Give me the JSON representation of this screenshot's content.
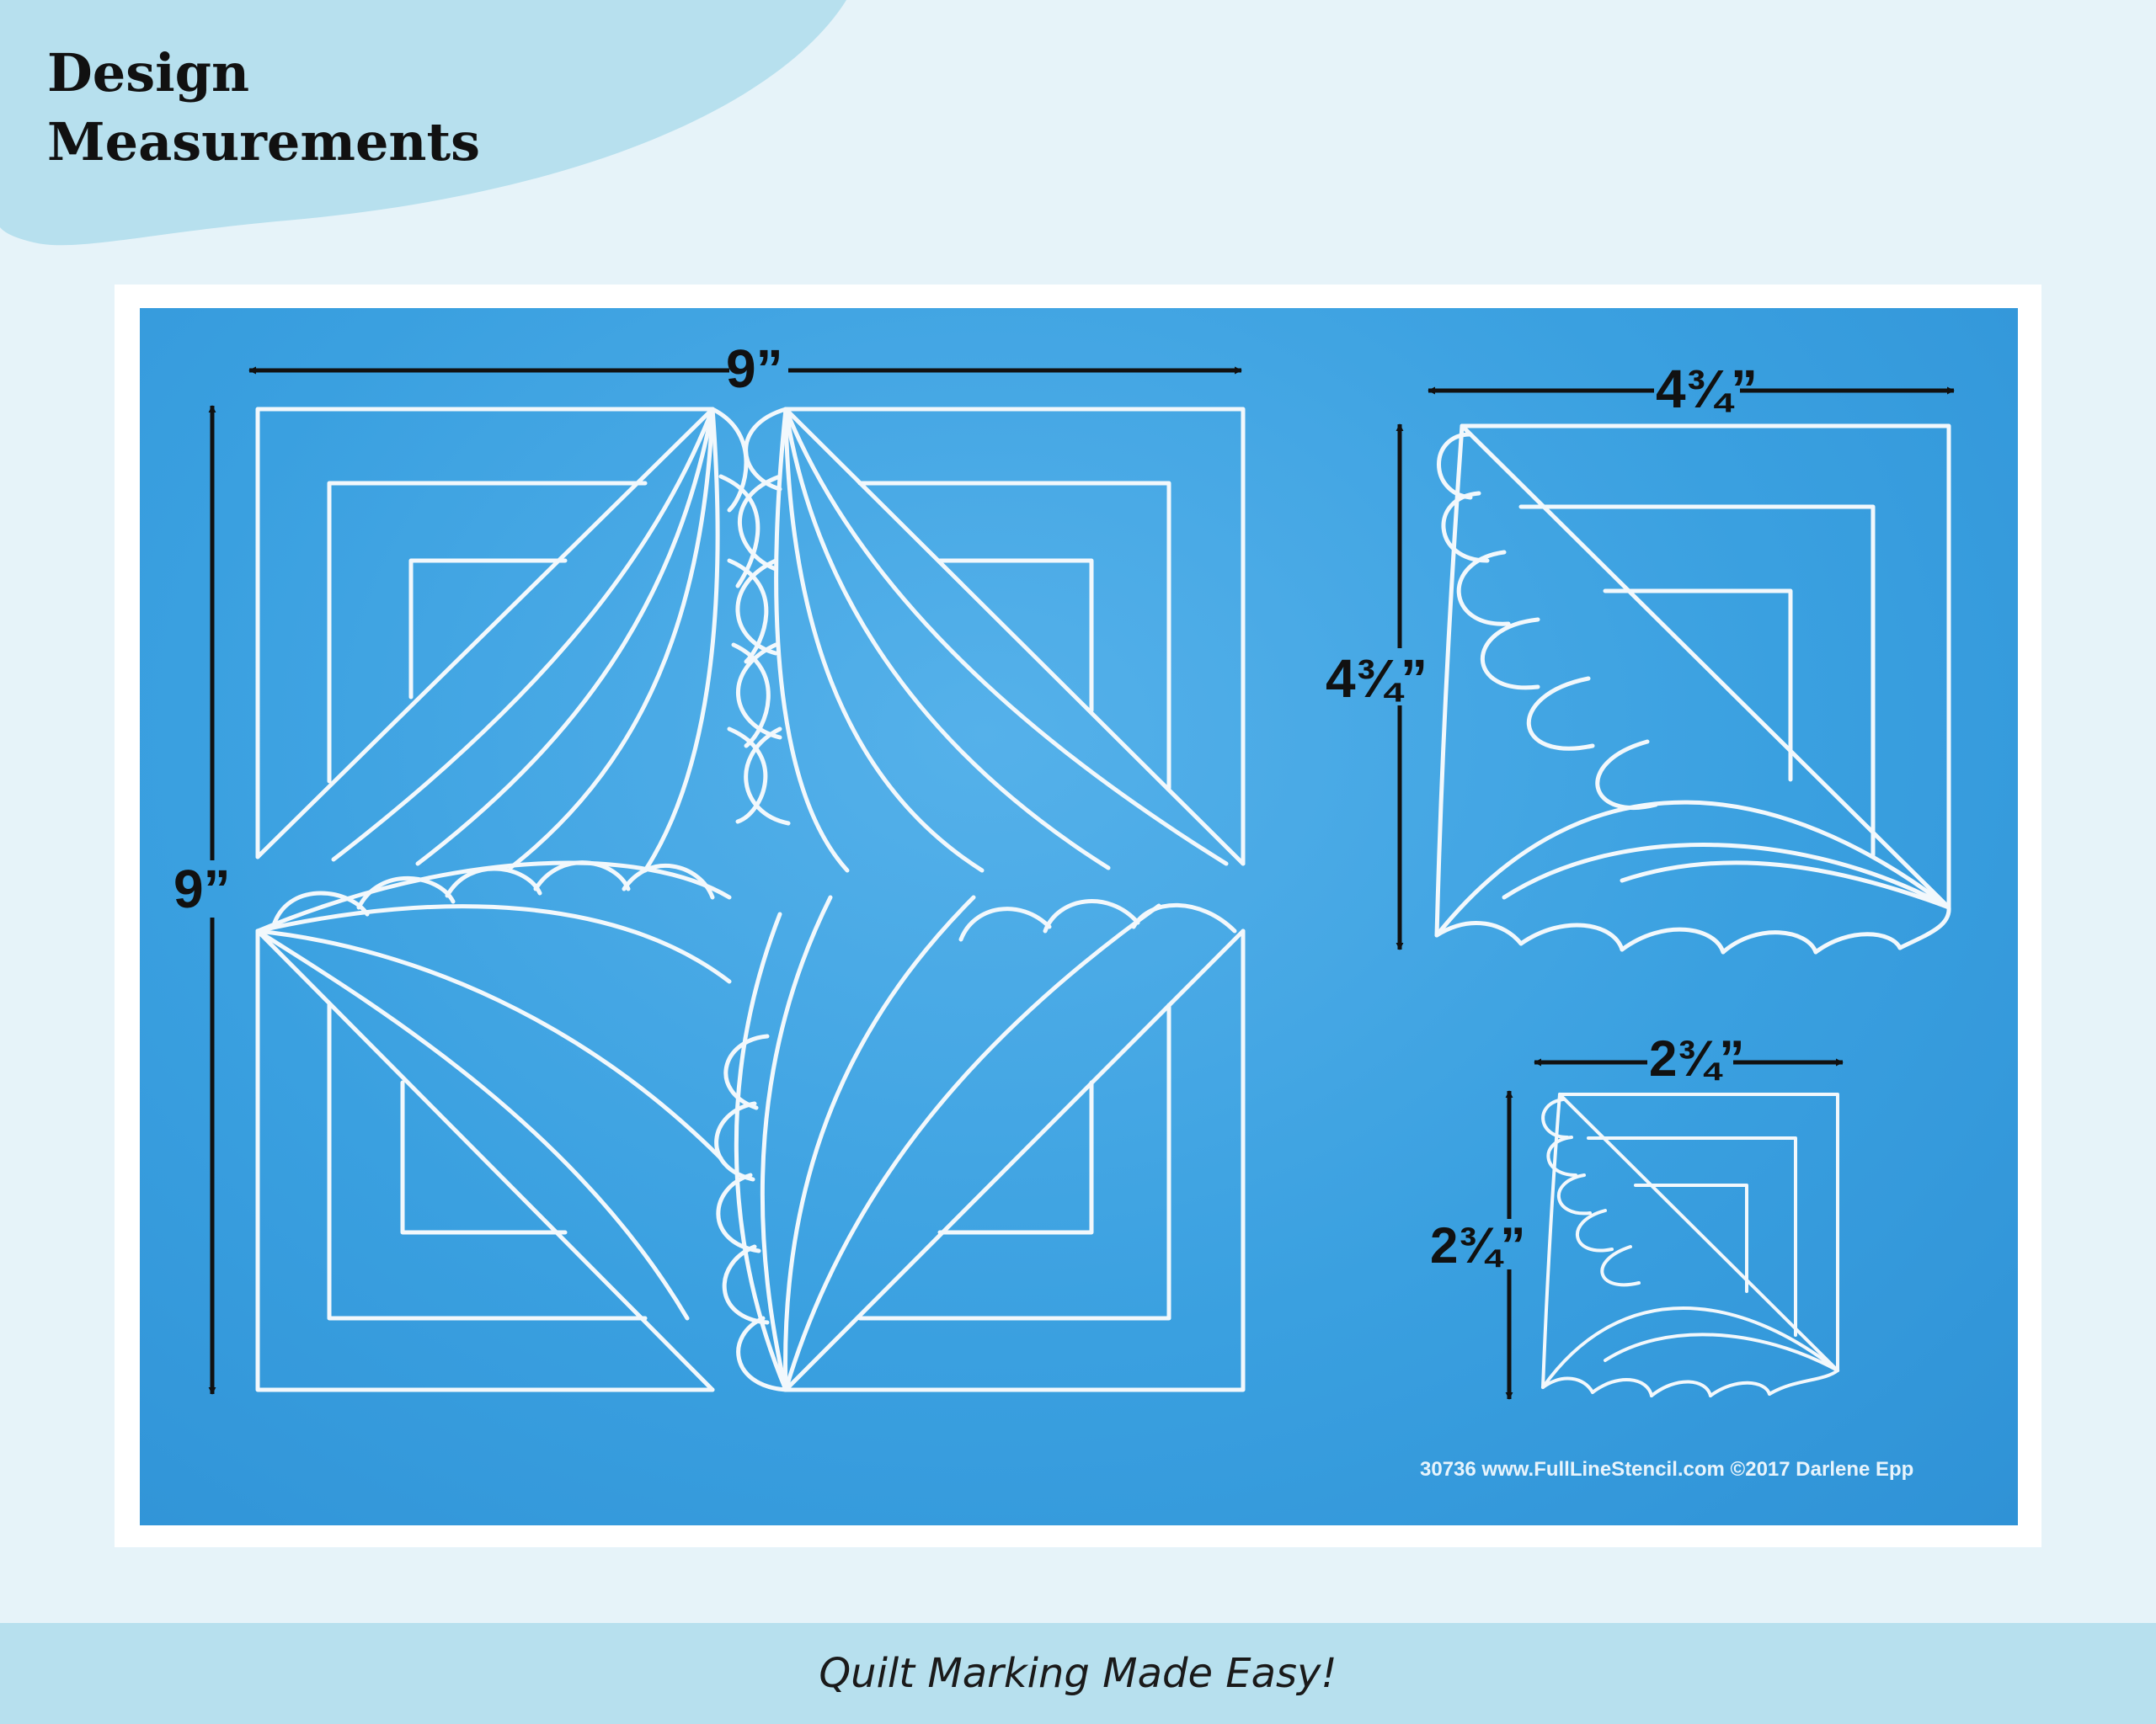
{
  "header": {
    "title_line1": "Design",
    "title_line2": "Measurements"
  },
  "stencil": {
    "dimensions": {
      "large_width": "9”",
      "large_height": "9”",
      "medium_width": "4¾”",
      "medium_height": "4¾”",
      "small_width": "2¾”",
      "small_height": "2¾”"
    },
    "copyright": "30736 www.FullLineStencil.com ©2017 Darlene Epp"
  },
  "footer": {
    "tagline": "Quilt Marking Made Easy!"
  },
  "colors": {
    "stencil_blue": "#3aa0e0",
    "line_white": "#f2f8fc",
    "footer_band": "#b7e0ee",
    "header_blob": "#b7e0ee"
  }
}
